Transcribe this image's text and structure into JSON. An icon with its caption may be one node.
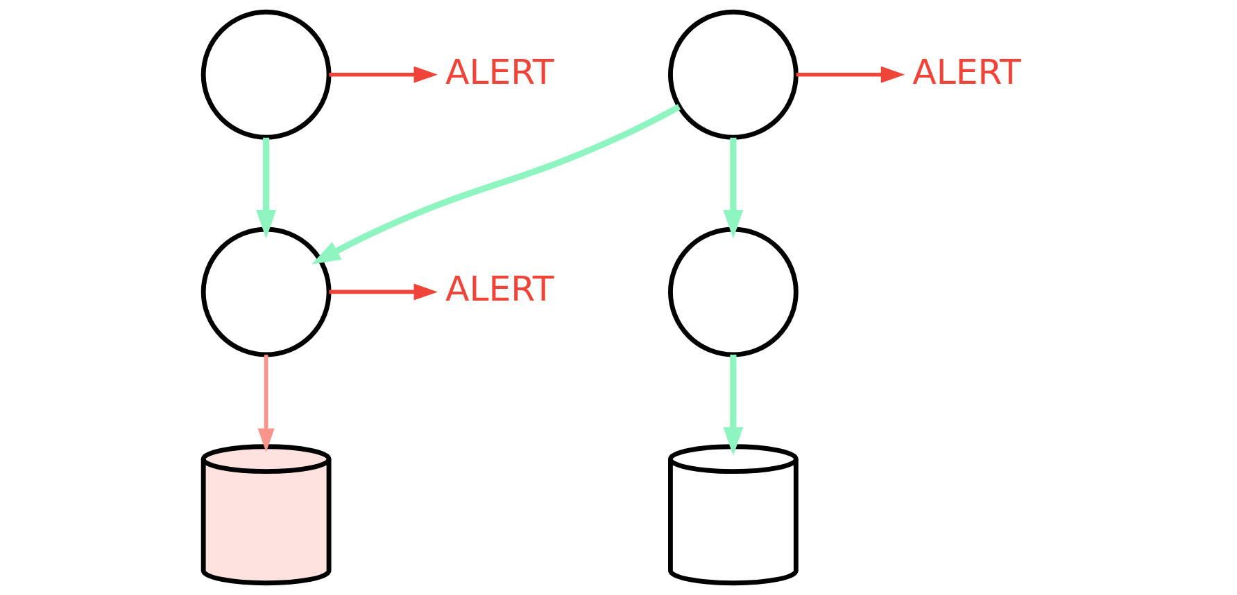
{
  "diagram": {
    "nodes": [
      {
        "text": [
          "ALERT"
        ]
      },
      {
        "text": [],
        "shape": "circle"
      },
      {
        "text": [],
        "shape": "circle"
      },
      {
        "text": [
          "ALERT"
        ]
      },
      {
        "text": [
          "ALERT"
        ]
      },
      {
        "text": [],
        "shape": "circle"
      },
      {
        "text": [],
        "shape": "circle"
      },
      {
        "text": [],
        "shape": "cylinder"
      },
      {
        "text": [],
        "shape": "cylinder"
      }
    ],
    "edges": [
      {
        "from": 1,
        "to": 0,
        "arrow": "to",
        "color": "#f04438"
      },
      {
        "from": 2,
        "to": 3,
        "arrow": "to",
        "color": "#f04438"
      },
      {
        "from": 5,
        "to": 4,
        "arrow": "to",
        "color": "#f04438"
      },
      {
        "from": 1,
        "to": 5,
        "arrow": "to"
      },
      {
        "from": 2,
        "to": 5,
        "arrow": "to"
      },
      {
        "from": 2,
        "to": 6,
        "arrow": "to"
      },
      {
        "from": 5,
        "to": 7,
        "arrow": "to",
        "color": "#f7958c"
      },
      {
        "from": 6,
        "to": 8,
        "arrow": "to"
      }
    ]
  }
}
